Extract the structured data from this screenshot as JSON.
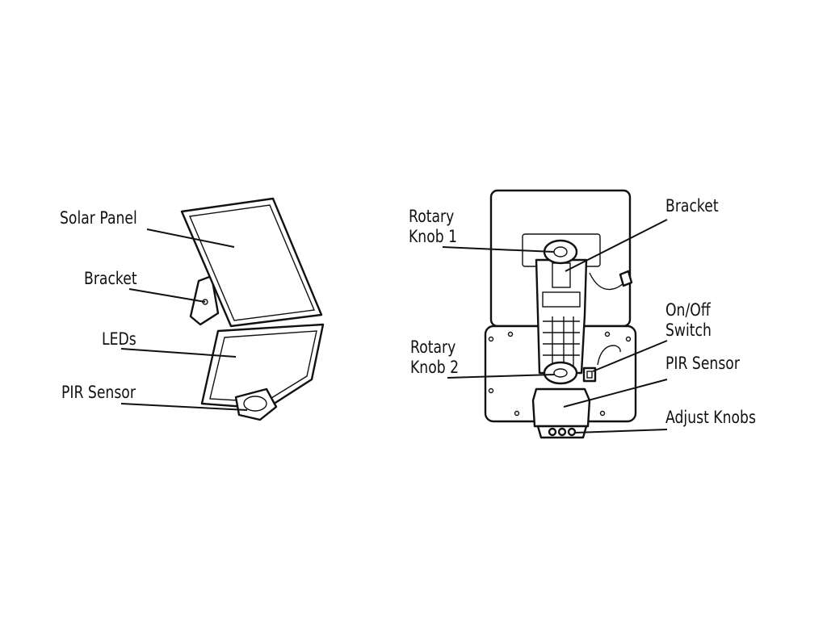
{
  "left_view": {
    "labels": {
      "solar_panel": "Solar Panel",
      "bracket": "Bracket",
      "leds": "LEDs",
      "pir_sensor": "PIR Sensor"
    }
  },
  "right_view": {
    "labels": {
      "rotary_knob_1_line1": "Rotary",
      "rotary_knob_1_line2": "Knob 1",
      "bracket": "Bracket",
      "on_off_line1": "On/Off",
      "on_off_line2": "Switch",
      "rotary_knob_2_line1": "Rotary",
      "rotary_knob_2_line2": "Knob 2",
      "pir_sensor": "PIR Sensor",
      "adjust_knobs": "Adjust Knobs"
    }
  },
  "colors": {
    "ink": "#111111",
    "background": "#ffffff"
  }
}
